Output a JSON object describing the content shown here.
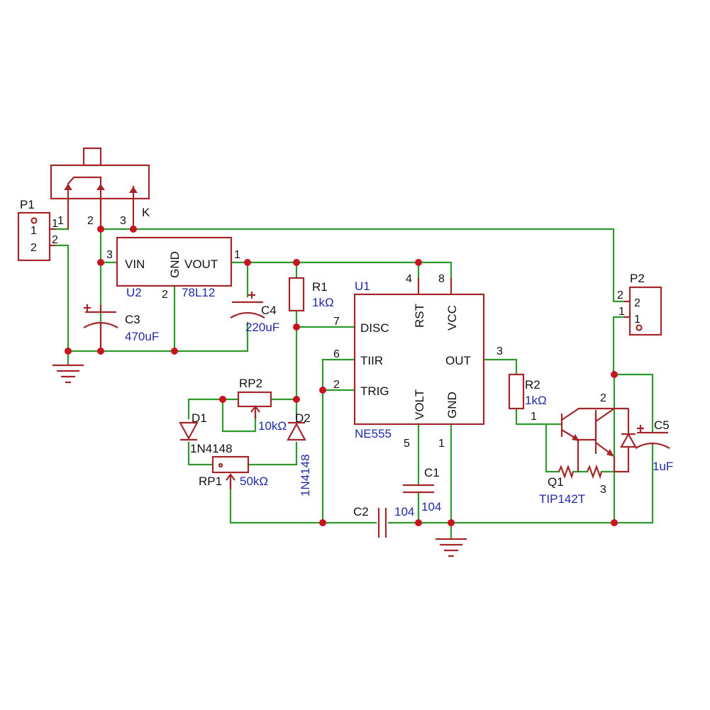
{
  "schematic": {
    "labels": {
      "p1_ref": "P1",
      "p1_pin1": "1",
      "p1_pin2": "2",
      "p1_pin1_outer": "1",
      "p1_pin2_outer": "2",
      "k_ref": "K",
      "k_pin1": "1",
      "k_pin2": "2",
      "k_pin3": "3",
      "u2_vin": "VIN",
      "u2_gnd": "GND",
      "u2_vout": "VOUT",
      "u2_ref": "U2",
      "u2_value": "78L12",
      "u2_pin3": "3",
      "u2_pin2": "2",
      "u2_pin1": "1",
      "c3_ref": "C3",
      "c3_value": "470uF",
      "c4_ref": "C4",
      "c4_value": "220uF",
      "r1_ref": "R1",
      "r1_value": "1kΩ",
      "u1_ref": "U1",
      "u1_value": "NE555",
      "u1_disc": "DISC",
      "u1_tiir": "TIIR",
      "u1_trig": "TRIG",
      "u1_rst": "RST",
      "u1_vcc": "VCC",
      "u1_out": "OUT",
      "u1_volt": "VOLT",
      "u1_gnd": "GND",
      "u1_pin7": "7",
      "u1_pin6": "6",
      "u1_pin2": "2",
      "u1_pin4": "4",
      "u1_pin8": "8",
      "u1_pin3": "3",
      "u1_pin5": "5",
      "u1_pin1": "1",
      "rp2_ref": "RP2",
      "rp2_value": "10kΩ",
      "rp1_ref": "RP1",
      "rp1_value": "50kΩ",
      "d1_ref": "D1",
      "d1_value": "1N4148",
      "d2_ref": "D2",
      "d2_value": "1N4148",
      "c1_ref": "C1",
      "c1_value": "104",
      "c2_ref": "C2",
      "c2_value": "104",
      "r2_ref": "R2",
      "r2_value": "1kΩ",
      "q1_ref": "Q1",
      "q1_value": "TIP142T",
      "q1_pin1": "1",
      "q1_pin2": "2",
      "q1_pin3": "3",
      "c5_ref": "C5",
      "c5_value": "1uF",
      "p2_ref": "P2",
      "p2_pin1": "1",
      "p2_pin2": "2",
      "p2_pin1_outer": "1",
      "p2_pin2_outer": "2"
    },
    "colors": {
      "wire": "#2e9a2e",
      "part": "#a5262a",
      "node": "#c8141e",
      "reference_text": "#1f2aa8",
      "text": "#111111"
    }
  }
}
